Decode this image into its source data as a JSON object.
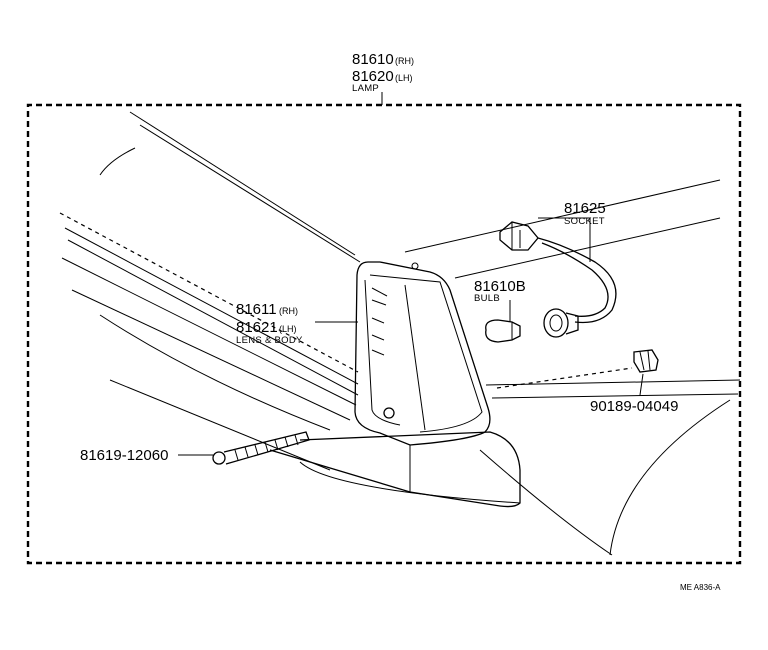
{
  "labels": {
    "lamp": {
      "rh": "81610",
      "rh_tag": "(RH)",
      "lh": "81620",
      "lh_tag": "(LH)",
      "desc": "LAMP"
    },
    "lens": {
      "rh": "81611",
      "rh_tag": "(RH)",
      "lh": "81621",
      "lh_tag": "(LH)",
      "desc": "LENS & BODY"
    },
    "socket": {
      "part": "81625",
      "desc": "SOCKET"
    },
    "bulb": {
      "part": "81610B",
      "desc": "BULB"
    },
    "clip": {
      "part": "90189-04049"
    },
    "screw": {
      "part": "81619-12060"
    }
  },
  "reference_code": "ME A836-A"
}
